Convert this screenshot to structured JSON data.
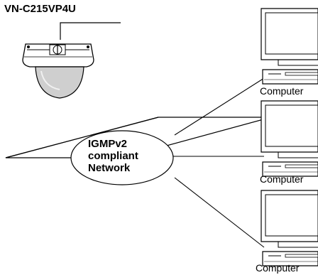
{
  "camera": {
    "model": "VN-C215VP4U",
    "icon": "dome-camera-icon"
  },
  "network": {
    "line1": "IGMPv2",
    "line2": "compliant",
    "line3": "Network",
    "icon": "network-ellipse"
  },
  "computers": [
    {
      "label": "Computer",
      "icon": "desktop-computer-icon"
    },
    {
      "label": "Computer",
      "icon": "desktop-computer-icon"
    },
    {
      "label": "Computer",
      "icon": "desktop-computer-icon"
    }
  ]
}
